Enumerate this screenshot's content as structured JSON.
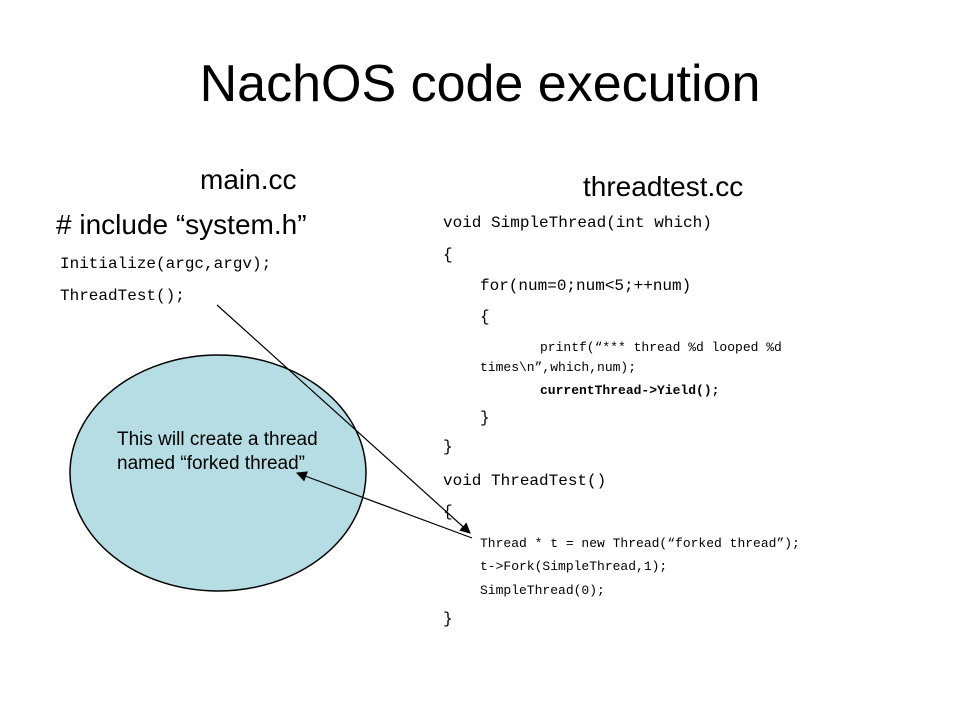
{
  "slide": {
    "title": "NachOS code execution",
    "main_cc": {
      "heading": "main.cc",
      "include_line": "# include “system.h”",
      "lines": [
        "Initialize(argc,argv);",
        "ThreadTest();"
      ]
    },
    "threadtest_cc": {
      "heading": "threadtest.cc",
      "lines": [
        "void SimpleThread(int which)",
        "{",
        "for(num=0;num<5;++num)",
        "{",
        "printf(“*** thread %d looped %d",
        "times\\n”,which,num);",
        "currentThread->Yield();",
        "}",
        "}",
        "void ThreadTest()",
        "{",
        "Thread * t = new Thread(“forked thread”);",
        "t->Fork(SimpleThread,1);",
        "SimpleThread(0);",
        "}"
      ]
    },
    "callout": {
      "text": "This will create a thread named “forked thread”",
      "fill": "#b6dde3"
    }
  }
}
